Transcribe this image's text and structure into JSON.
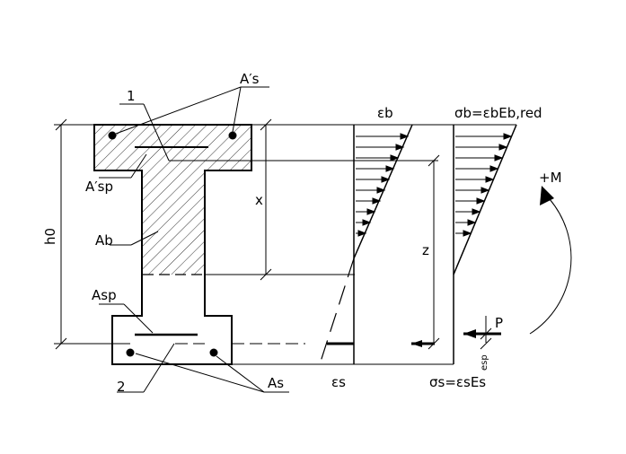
{
  "labels": {
    "as_prime": "A′s",
    "callout_1": "1",
    "asp_prime": "A′sp",
    "x_dim": "x",
    "h0": "h0",
    "ab": "Ab",
    "asp": "Asp",
    "callout_2": "2",
    "as": "As",
    "z_dim": "z",
    "eps_b": "εb",
    "sigma_b": "σb=εbEb,red",
    "eps_s": "εs",
    "sigma_s": "σs=εsEs",
    "e_sp": "esp",
    "p_force": "P",
    "moment": "+M"
  },
  "colors": {
    "line": "#000000",
    "hatch": "#000000",
    "background": "#ffffff"
  }
}
